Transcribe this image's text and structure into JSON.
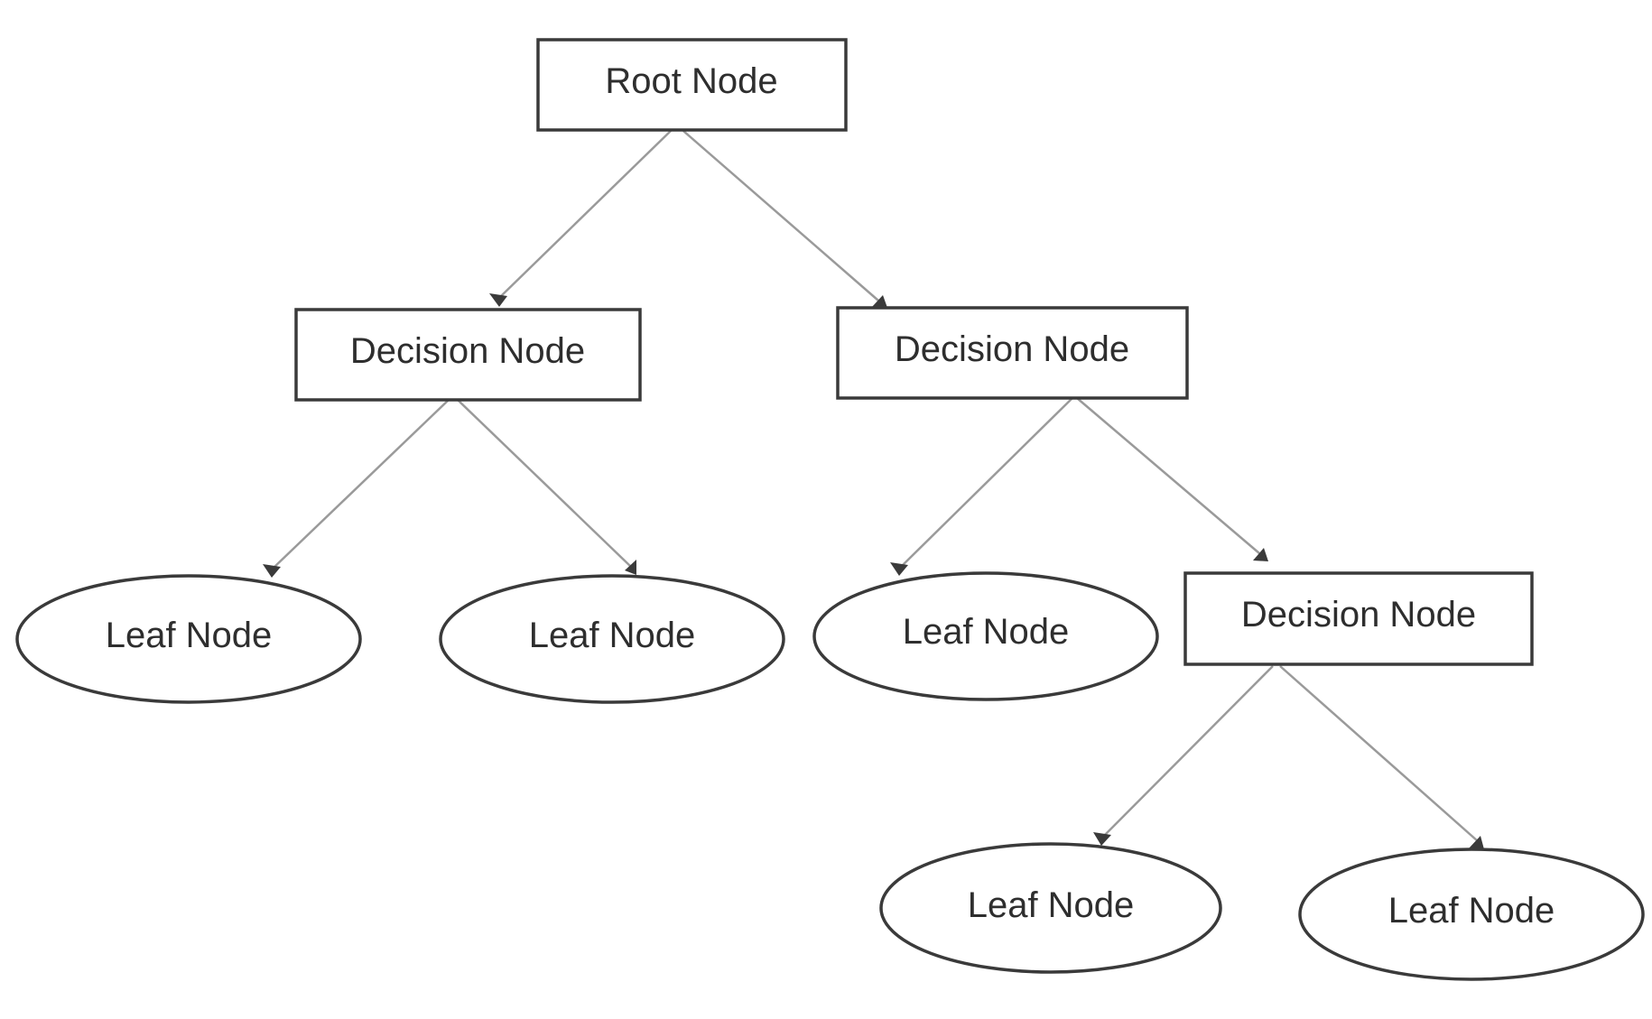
{
  "tree": {
    "root": {
      "label": "Root Node"
    },
    "decision_left": {
      "label": "Decision Node"
    },
    "decision_right": {
      "label": "Decision Node"
    },
    "decision_right_child": {
      "label": "Decision Node"
    },
    "leaf_1": {
      "label": "Leaf Node"
    },
    "leaf_2": {
      "label": "Leaf Node"
    },
    "leaf_3": {
      "label": "Leaf Node"
    },
    "leaf_4": {
      "label": "Leaf Node"
    },
    "leaf_5": {
      "label": "Leaf Node"
    }
  }
}
